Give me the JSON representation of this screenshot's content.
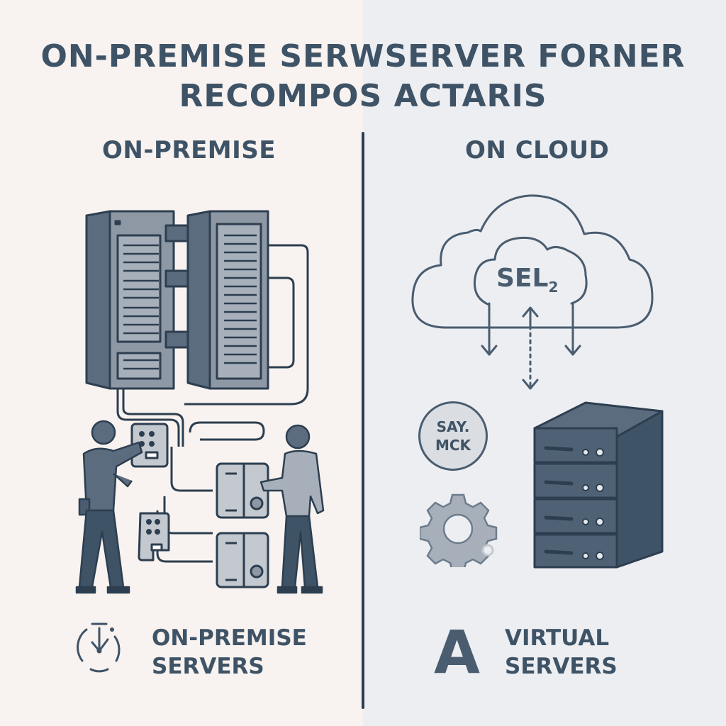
{
  "title": {
    "line1": "ON-PREMISE SERWSERVER FORNER",
    "line2": "RECOMPOS ACTARIS"
  },
  "left": {
    "heading": "ON-PREMISE",
    "illustration": "two-technicians-server-racks",
    "footer_icon": "clock-icon",
    "footer_line1": "ON-PREMISE",
    "footer_line2": "SERVERS"
  },
  "right": {
    "heading": "ON CLOUD",
    "cloud_label": "SEL",
    "cloud_label_sub": "2",
    "badge_line1": "SAY.",
    "badge_line2": "MCK",
    "footer_icon": "letter-a-icon",
    "footer_icon_text": "A",
    "footer_line1": "VIRTUAL",
    "footer_line2": "SERVERS"
  },
  "colors": {
    "left_bg": "#f8f3f0",
    "right_bg": "#eceef2",
    "text": "#3f5366",
    "dark": "#2d3e50",
    "mid": "#4a5d70",
    "light_fill": "#a7b0ba"
  }
}
